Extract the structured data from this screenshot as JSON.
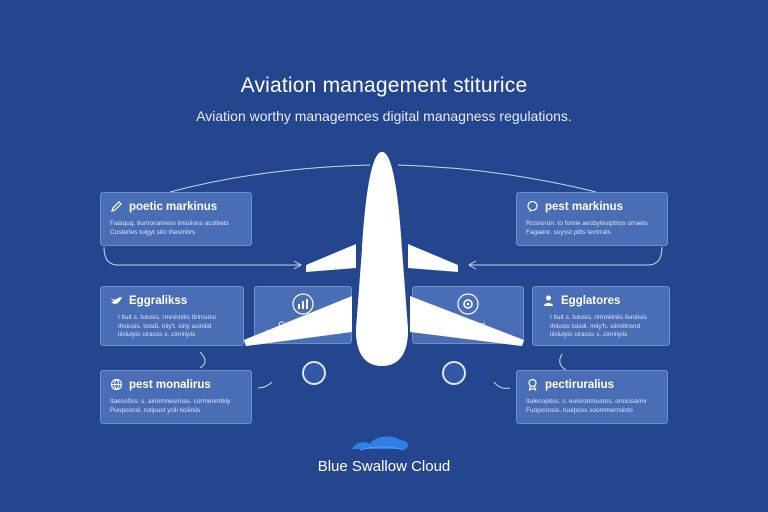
{
  "header": {
    "title": "Aviation management stiturice",
    "subtitle": "Aviation worthy managemces digital managness regulations."
  },
  "cards": {
    "top_left": {
      "title": "poetic markinus",
      "icon": "pen-icon",
      "lines": [
        "Falaquq. tiumonamess imiuiions acolbets",
        "Custerles tulgyt sito thesmbrs"
      ]
    },
    "top_right": {
      "title": "pest markinus",
      "icon": "chat-bubble-icon",
      "lines": [
        "Rcsnurun. to fomie aecbytesipthos orraets",
        "Fagaenr. suysst pitts tectrrats"
      ]
    },
    "mid_left": {
      "title": "Eggralikss",
      "icon": "bird-icon",
      "lines": [
        "I tiuit s. tuiosis. rmninniiis ttrinsutsi",
        "Ihsiusis. tsisdi. niiy't. siny asiniiid",
        "liisiuiyio cirasss s. cinniiyiis"
      ]
    },
    "mid_right": {
      "title": "Egglatores",
      "icon": "person-icon",
      "lines": [
        "I tiuit s. tuiosis. rimmiiiniis iisniiisis",
        "Ihiiusis tsisdi. miiy'h. siimiilnsnd",
        "liisiuiyio cirasss s. cinniiyiis"
      ]
    },
    "bot_left": {
      "title": "pest monalirus",
      "icon": "globe-icon",
      "lines": [
        "Itaesofiss. s. airinmnesimas. cormenmtkly",
        "Puoposnsi. rutipust ycili ticiiiniis"
      ]
    },
    "bot_right": {
      "title": "pectiruralius",
      "icon": "badge-icon",
      "lines": [
        "Itulecopitss. s. euisronmusnrs. onucisarnv",
        "Fuoposnsis. ruulposs soommerrsiicts"
      ]
    }
  },
  "inner": {
    "left": {
      "label": "Cogialiuetes",
      "sub": "Ltunigsuranticitry Ganuiinss",
      "icon": "bar-chart-icon"
    },
    "right": {
      "label": "Modalirri",
      "sub": "Ltunieitsuuorsetiily",
      "icon": "gear-circle-icon"
    }
  },
  "brand": {
    "name": "Blue Swallow Cloud",
    "icon": "cloud-icon"
  },
  "colors": {
    "background": "#24468f",
    "card": "#4a6eb5",
    "card_border": "#6f8fcd",
    "airplane": "#ffffff",
    "cloud": "#2f7fe6"
  }
}
